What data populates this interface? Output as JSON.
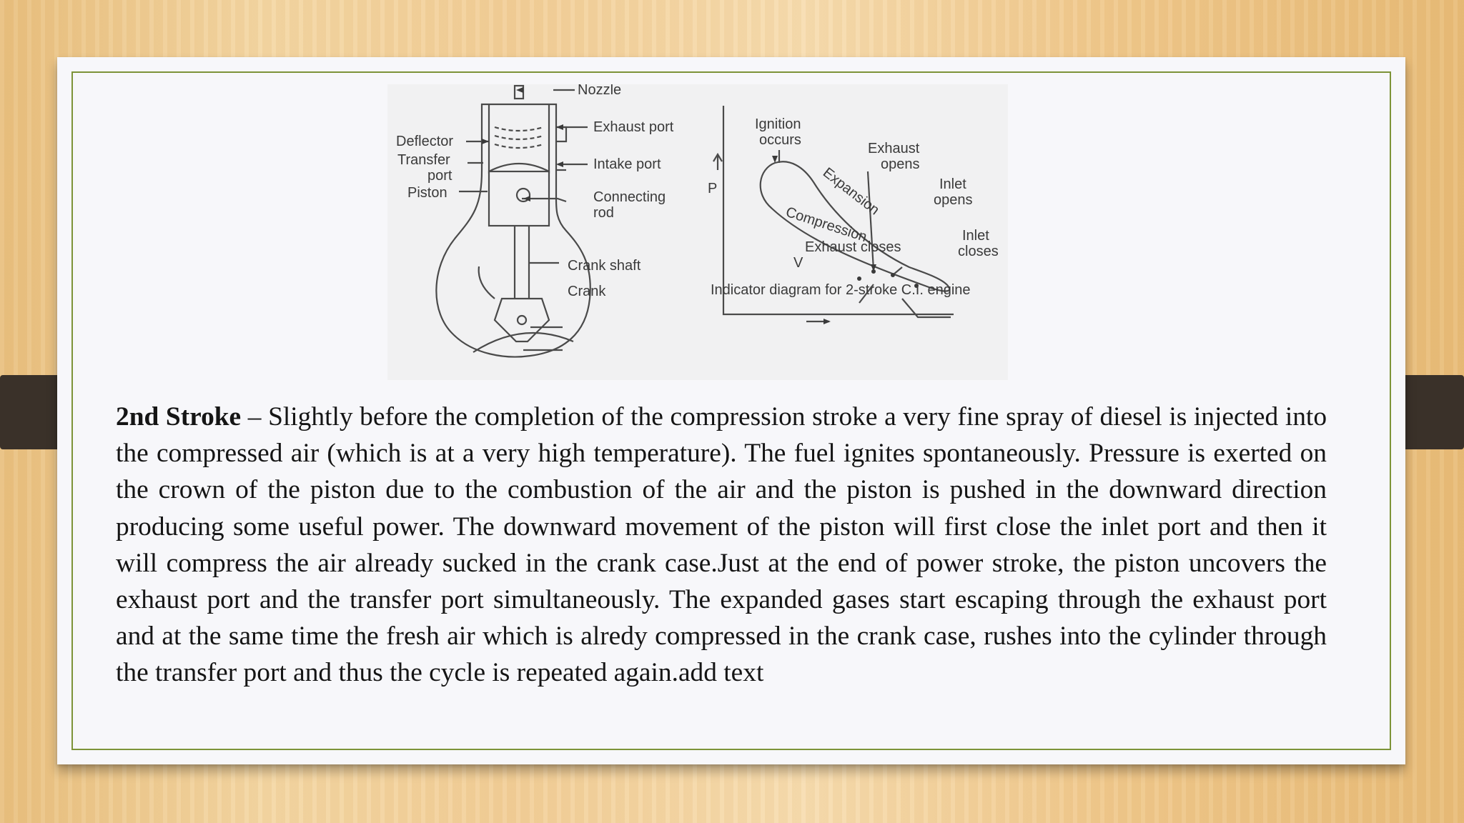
{
  "figure": {
    "engine_labels": {
      "nozzle": "Nozzle",
      "exhaust_port": "Exhaust port",
      "deflector": "Deflector",
      "transfer_port_1": "Transfer",
      "transfer_port_2": "port",
      "intake_port": "Intake port",
      "piston": "Piston",
      "connecting_rod_1": "Connecting",
      "connecting_rod_2": "rod",
      "crank_shaft": "Crank shaft",
      "crank": "Crank"
    },
    "indicator_labels": {
      "ignition_1": "Ignition",
      "ignition_2": "occurs",
      "exhaust_opens_1": "Exhaust",
      "exhaust_opens_2": "opens",
      "expansion": "Expansion",
      "inlet_opens_1": "Inlet",
      "inlet_opens_2": "opens",
      "compression": "Compression",
      "inlet_closes_1": "Inlet",
      "inlet_closes_2": "closes",
      "exhaust_closes": "Exhaust closes",
      "p_axis": "P",
      "v_axis": "V"
    },
    "caption": "Indicator diagram for 2-stroke C.I. engine"
  },
  "paragraph": {
    "heading": "2nd Stroke",
    "text": " – Slightly before the completion of the compression stroke a very fine spray of diesel is injected into the compressed air (which is at a very high temperature). The fuel ignites spontaneously. Pressure is exerted on the crown of the piston due to the combustion of the air and the piston is pushed in the downward direction producing some useful power. The downward movement of the piston will first close the inlet port and then it will compress the air already sucked in the crank case.Just at the end of power stroke, the piston uncovers the exhaust port and the transfer port simultaneously. The expanded gases start escaping through the exhaust port and at the same time the fresh air which is alredy compressed in the crank case, rushes into the cylinder through the transfer port and thus the cycle is repeated again.add text"
  }
}
